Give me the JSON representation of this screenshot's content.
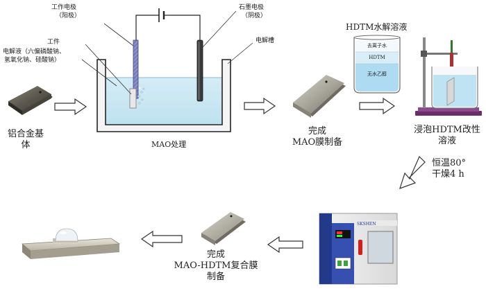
{
  "electrolysis": {
    "working_electrode": "工作电极",
    "working_electrode_sub": "（阳极）",
    "graphite_electrode": "石墨电极",
    "graphite_electrode_sub": "（阴极）",
    "workpiece": "工件",
    "electrolyte_line1": "电解液（六偏磷酸钠、",
    "electrolyte_line2": "氢氧化钠、硅酸钠）",
    "tank": "电解槽",
    "step_label": "MAO处理"
  },
  "substrate": {
    "label_line1": "铝合金基",
    "label_line2": "体"
  },
  "mao_film": {
    "label_line1": "完成",
    "label_line2": "MAO膜制备"
  },
  "hydrolysis": {
    "title": "HDTM水解溶液",
    "layer_top": "去离子水",
    "layer_mid": "HDTM",
    "layer_bottom": "无水乙醇"
  },
  "soaking": {
    "label_line1": "浸泡HDTM改性",
    "label_line2": "溶液"
  },
  "drying": {
    "label_line1": "恒温80°",
    "label_line2": "干燥4 h",
    "oven_brand": "SKSHEN"
  },
  "composite": {
    "label_line1": "完成",
    "label_line2": "MAO-HDTM复合膜",
    "label_line3": "制备"
  }
}
